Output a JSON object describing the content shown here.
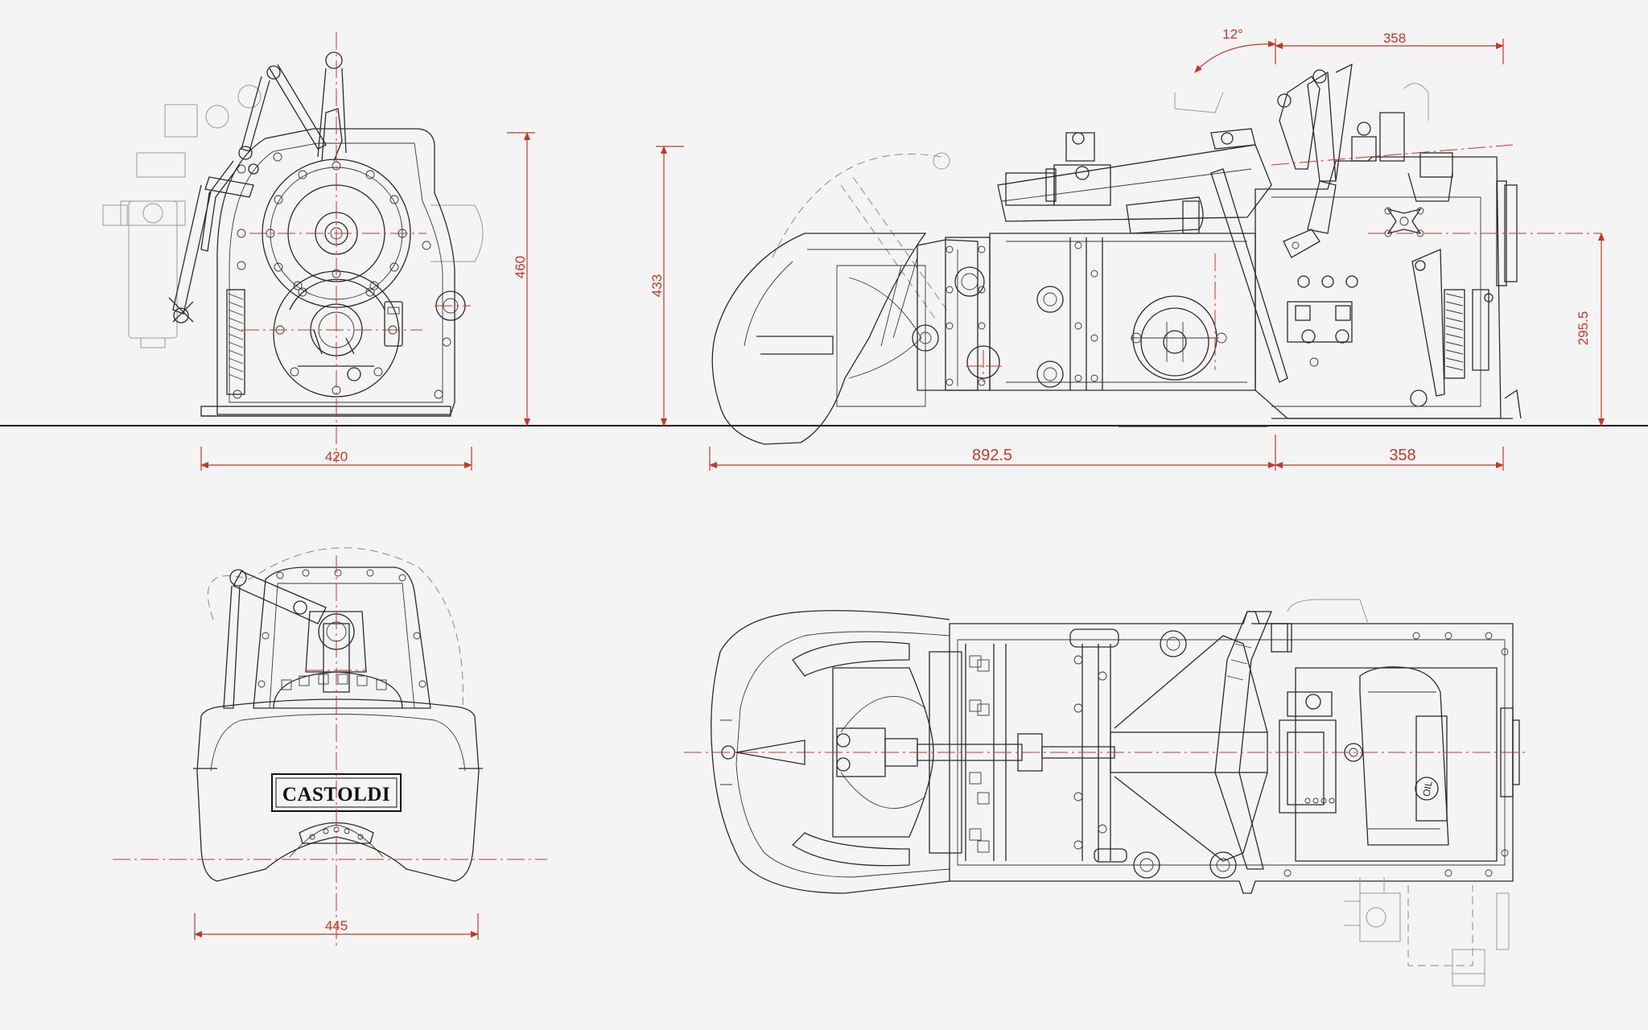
{
  "dimensions": {
    "front_width": "420",
    "front_height": "460",
    "rear_width": "445",
    "side_height": "433",
    "side_length": "892.5",
    "side_rear_length": "358",
    "side_top_length": "358",
    "side_shaft_height": "295.5",
    "tilt_angle": "12°"
  },
  "brand": {
    "logo_text": "CASTOLDI"
  },
  "labels": {
    "oil_mark": "OIL"
  },
  "colors": {
    "dimension": "#c0392b",
    "linework": "#2b2b2b",
    "background": "#f4f4f4"
  }
}
